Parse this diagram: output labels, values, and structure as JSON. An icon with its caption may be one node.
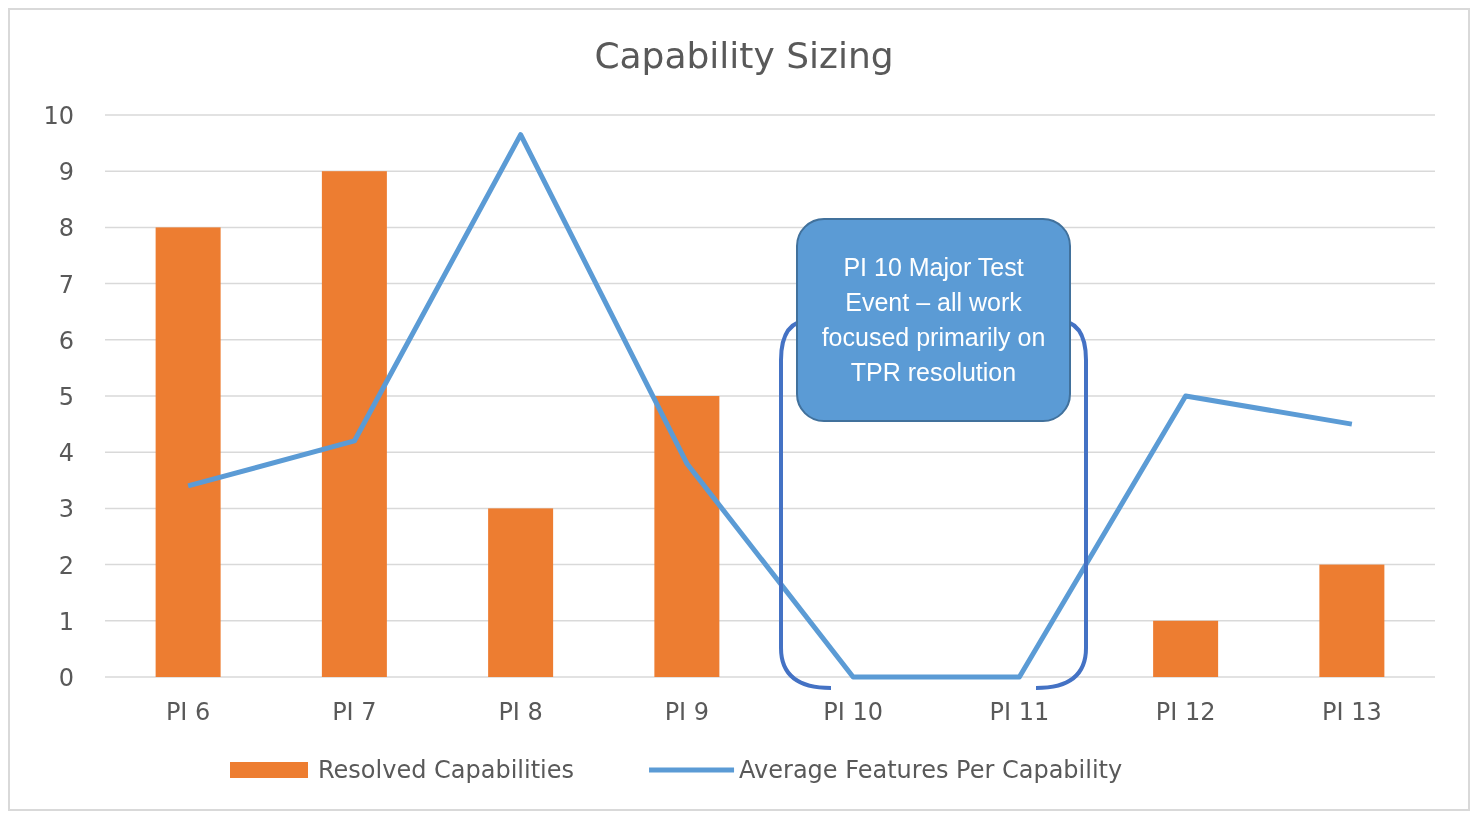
{
  "diagram": {
    "chart_data": {
      "type": "bar",
      "title": "Capability Sizing",
      "categories": [
        "PI 6",
        "PI 7",
        "PI 8",
        "PI 9",
        "PI 10",
        "PI 11",
        "PI 12",
        "PI 13"
      ],
      "series": [
        {
          "name": "Resolved Capabilities",
          "color": "#ed7d31",
          "values": [
            8,
            9,
            3,
            5,
            0,
            0,
            1,
            2
          ]
        },
        {
          "name": "Average Features Per Capability",
          "type": "line",
          "color": "#5b9bd5",
          "values": [
            3.4,
            4.2,
            9.65,
            3.8,
            0,
            0,
            5,
            4.5
          ]
        }
      ],
      "grid": true,
      "legend": "bottom",
      "ylim": [
        0,
        10
      ],
      "yticks": [
        0,
        1,
        2,
        3,
        4,
        5,
        6,
        7,
        8,
        9,
        10
      ],
      "annotations": [
        "PI 10 Major Test Event – all work focused primarily on TPR resolution"
      ]
    }
  }
}
